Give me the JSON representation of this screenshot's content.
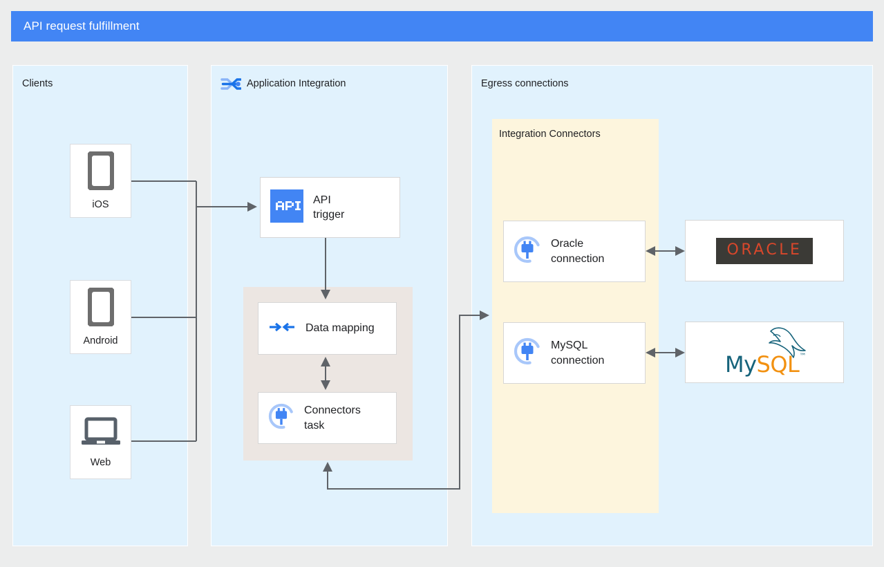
{
  "header": {
    "title": "API request fulfillment",
    "bg_color": "#4285f4"
  },
  "panels": {
    "clients": {
      "label": "Clients"
    },
    "application_integration": {
      "label": "Application Integration",
      "icon": "application-integration-icon"
    },
    "egress": {
      "label": "Egress connections"
    },
    "integration_connectors": {
      "label": "Integration Connectors",
      "bg_color": "#fdf5dd"
    }
  },
  "clients": [
    {
      "label": "iOS",
      "icon": "phone-icon"
    },
    {
      "label": "Android",
      "icon": "phone-icon"
    },
    {
      "label": "Web",
      "icon": "laptop-icon"
    }
  ],
  "integration_nodes": [
    {
      "label": "API\ntrigger",
      "icon": "api-trigger-icon"
    },
    {
      "label": "Data mapping",
      "icon": "data-mapping-icon"
    },
    {
      "label": "Connectors\ntask",
      "icon": "connectors-plug-icon"
    }
  ],
  "connections": [
    {
      "label": "Oracle\nconnection",
      "icon": "connectors-plug-icon"
    },
    {
      "label": "MySQL\nconnection",
      "icon": "connectors-plug-icon"
    }
  ],
  "backends": [
    {
      "name": "oracle-logo",
      "text": "ORACLE",
      "bg_color": "#3b3a36",
      "text_color": "#d8472b"
    },
    {
      "name": "mysql-logo",
      "text_my": "My",
      "text_sql": "SQL",
      "trademark": "™",
      "my_color": "#16637b",
      "sql_color": "#f29111"
    }
  ],
  "colors": {
    "panel_bg": "#e1f2fd",
    "stage_bg": "#eceded",
    "group_bg": "#ece6e2",
    "wire": "#5f6368",
    "accent_blue": "#4285f4"
  }
}
